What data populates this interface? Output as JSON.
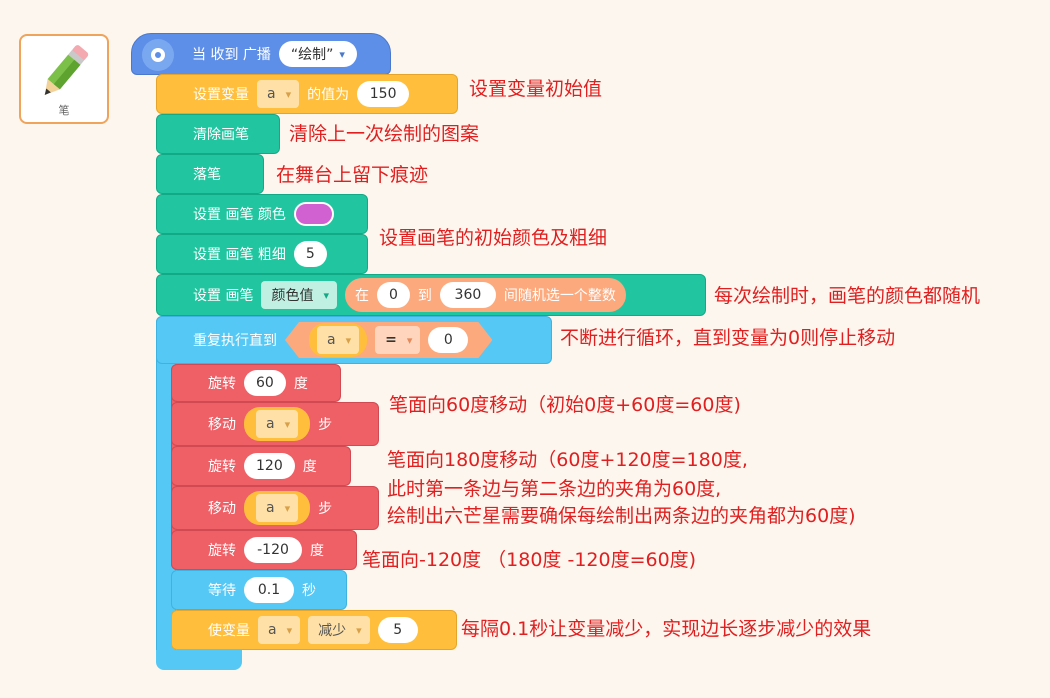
{
  "sprite": {
    "name": "笔",
    "icon": "pencil-icon"
  },
  "blocks": {
    "hat": {
      "prefix": "当 收到 广播",
      "message": "“绘制”"
    },
    "set_var": {
      "label": "设置变量",
      "var": "a",
      "mid": "的值为",
      "value": "150"
    },
    "clear": {
      "label": "清除画笔"
    },
    "pen_down": {
      "label": "落笔"
    },
    "set_color": {
      "label": "设置 画笔 颜色",
      "color": "#d160d0"
    },
    "set_size": {
      "label": "设置 画笔 粗细",
      "value": "5"
    },
    "set_param": {
      "label": "设置 画笔",
      "param": "颜色值",
      "rand_in": "在",
      "from": "0",
      "to_label": "到",
      "to": "360",
      "rand_suffix": "间随机选一个整数"
    },
    "repeat": {
      "label": "重复执行直到",
      "var": "a",
      "op": "=",
      "value": "0"
    },
    "turn1": {
      "label": "旋转",
      "value": "60",
      "unit": "度"
    },
    "move1": {
      "label": "移动",
      "var": "a",
      "unit": "步"
    },
    "turn2": {
      "label": "旋转",
      "value": "120",
      "unit": "度"
    },
    "move2": {
      "label": "移动",
      "var": "a",
      "unit": "步"
    },
    "turn3": {
      "label": "旋转",
      "value": "-120",
      "unit": "度"
    },
    "wait": {
      "label": "等待",
      "value": "0.1",
      "unit": "秒"
    },
    "change": {
      "label": "使变量",
      "var": "a",
      "op": "减少",
      "value": "5"
    }
  },
  "notes": {
    "n1": "设置变量初始值",
    "n2": "清除上一次绘制的图案",
    "n3": "在舞台上留下痕迹",
    "n4": "设置画笔的初始颜色及粗细",
    "n5": "每次绘制时，画笔的颜色都随机",
    "n6": "不断进行循环，直到变量为0则停止移动",
    "n7": "笔面向60度移动（初始0度+60度=60度)",
    "n8a": "笔面向180度移动（60度+120度=180度,",
    "n8b": "此时第一条边与第二条边的夹角为60度,",
    "n8c": "绘制出六芒星需要确保每绘制出两条边的夹角都为60度)",
    "n9": "笔面向-120度 （180度 -120度=60度)",
    "n10": "每隔0.1秒让变量减少，实现边长逐步减少的效果"
  },
  "colors": {
    "events": "#5e8fe8",
    "variables": "#ffbf3c",
    "pen": "#21c6a0",
    "control": "#56c8f5",
    "motion": "#ee5f66",
    "annotation": "#e02020"
  }
}
